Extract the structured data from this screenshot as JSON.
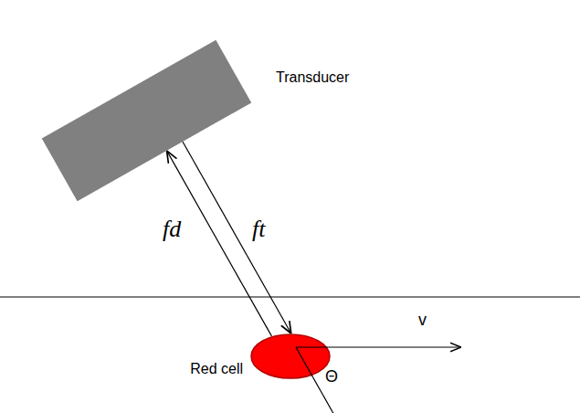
{
  "diagram": {
    "nodes": [
      {
        "text": [
          "Transducer"
        ]
      },
      {
        "text": [
          "Red cell"
        ]
      }
    ],
    "edges": [
      {
        "from": 1,
        "to": 0,
        "arrow": "to",
        "label": "fd"
      },
      {
        "from": 0,
        "to": 1,
        "arrow": "to",
        "label": "ft"
      }
    ],
    "labels": [
      "v",
      "Θ"
    ]
  }
}
